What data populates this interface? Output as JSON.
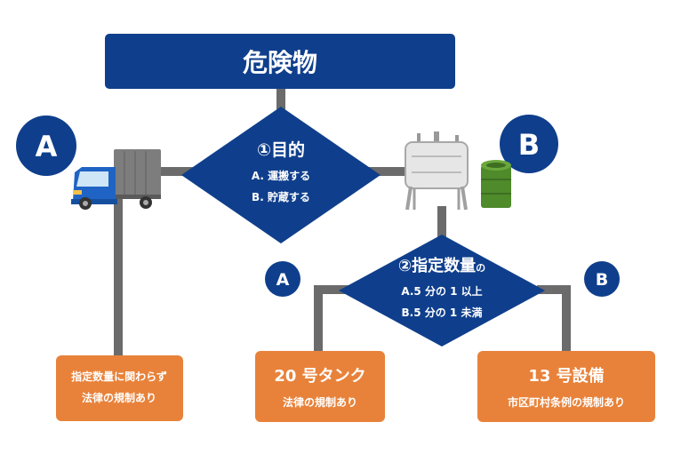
{
  "header": {
    "title": "危険物"
  },
  "decision1": {
    "title": "①目的",
    "option_a": "A. 運搬する",
    "option_b": "B. 貯蔵する"
  },
  "decision2": {
    "title": "②指定数量",
    "title_suffix": "の",
    "option_a": "A.5 分の 1 以上",
    "option_b": "B.5 分の 1 未満"
  },
  "badges": {
    "a_large": "A",
    "b_large": "B",
    "a_small": "A",
    "b_small": "B"
  },
  "result_transport": {
    "line1": "指定数量に関わらず",
    "line2": "法律の規制あり"
  },
  "result_tank": {
    "title": "20 号タンク",
    "subtitle": "法律の規制あり"
  },
  "result_facility": {
    "title": "13 号設備",
    "subtitle": "市区町村条例の規制あり"
  },
  "colors": {
    "navy": "#0f3f8c",
    "orange": "#e8823a",
    "connector": "#6b6b6b",
    "white": "#ffffff"
  },
  "icons": [
    "truck-icon",
    "oil-tank-icon",
    "drum-icon"
  ]
}
